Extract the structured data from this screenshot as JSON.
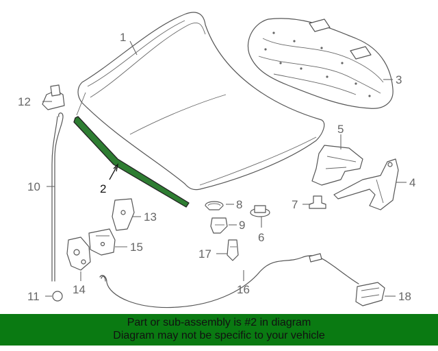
{
  "diagram": {
    "highlight_color": "#2e7d32",
    "callouts": [
      "1",
      "2",
      "3",
      "4",
      "5",
      "6",
      "7",
      "8",
      "9",
      "10",
      "11",
      "12",
      "13",
      "14",
      "15",
      "16",
      "17",
      "18"
    ],
    "highlighted_part": "2"
  },
  "banner": {
    "background": "#0a7a12",
    "line1": "Part or sub-assembly is #2 in diagram",
    "line2": "Diagram may not be specific to your vehicle"
  }
}
